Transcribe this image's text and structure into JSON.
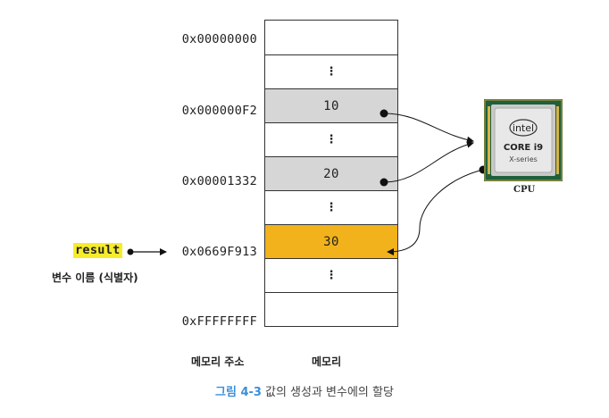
{
  "addresses": {
    "a0": "0x00000000",
    "a2": "0x000000F2",
    "a4": "0x00001332",
    "a6": "0x0669F913",
    "a8": "0xFFFFFFFF"
  },
  "cells": {
    "c0": "",
    "c1": "⋮",
    "c2": "10",
    "c3": "⋮",
    "c4": "20",
    "c5": "⋮",
    "c6": "30",
    "c7": "⋮",
    "c8": ""
  },
  "variable": {
    "name": "result",
    "caption": "변수 이름 (식별자)"
  },
  "labels": {
    "memory_address": "메모리 주소",
    "memory": "메모리",
    "cpu": "CPU"
  },
  "cpu_chip": {
    "brand": "intel",
    "model": "CORE i9",
    "series": "X-series"
  },
  "caption": {
    "figure": "그림 4-3",
    "text": "값의 생성과 변수에의 할당"
  },
  "colors": {
    "highlight_cell": "#f2b21b",
    "gray_cell": "#d6d6d6",
    "variable_highlight": "#f6ec2b",
    "caption_figure": "#3a8fd9"
  }
}
